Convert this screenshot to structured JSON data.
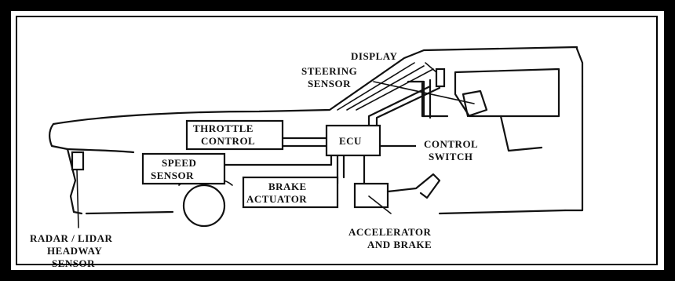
{
  "labels": {
    "display": "DISPLAY",
    "steering_1": "STEERING",
    "steering_2": "SENSOR",
    "throttle_1": "THROTTLE",
    "throttle_2": "CONTROL",
    "ecu": "ECU",
    "control_1": "CONTROL",
    "control_2": "SWITCH",
    "speed_1": "SPEED",
    "speed_2": "SENSOR",
    "brake_1": "BRAKE",
    "brake_2": "ACTUATOR",
    "accel_1": "ACCELERATOR",
    "accel_2": "AND BRAKE",
    "radar_1": "RADAR / LIDAR",
    "radar_2": "HEADWAY",
    "radar_3": "SENSOR"
  },
  "colors": {
    "frame": "#000000",
    "ink": "#111111",
    "paper": "#ffffff"
  }
}
